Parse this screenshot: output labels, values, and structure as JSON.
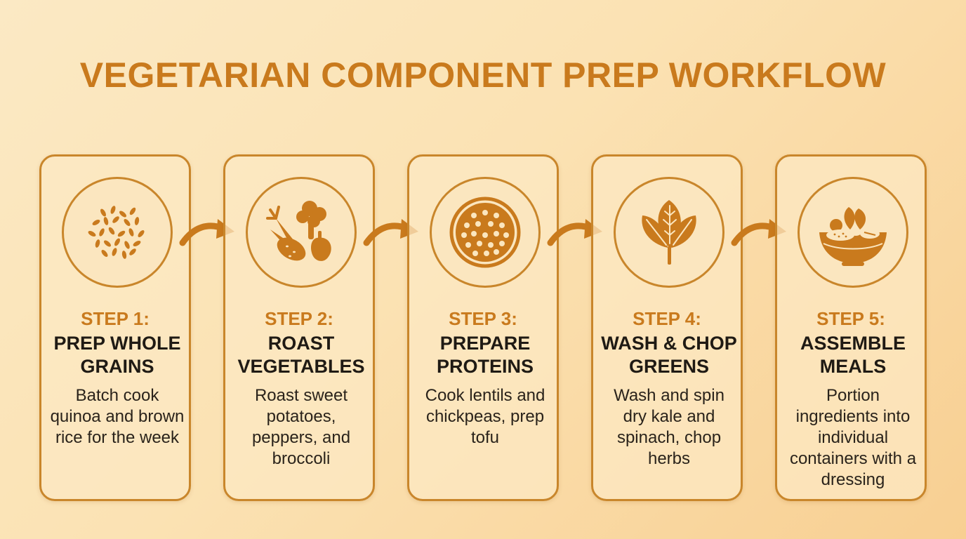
{
  "title": "VEGETARIAN COMPONENT PREP WORKFLOW",
  "colors": {
    "accent": "#c97a1d",
    "border": "#c9862b",
    "card_bg": "#fce8c3",
    "text_dark": "#1f1a14"
  },
  "steps": [
    {
      "label": "STEP 1:",
      "title": "PREP WHOLE GRAINS",
      "description": "Batch cook quinoa and brown rice for the week",
      "icon": "grains-icon"
    },
    {
      "label": "STEP 2:",
      "title": "ROAST VEGETABLES",
      "description": "Roast sweet potatoes, peppers, and broccoli",
      "icon": "vegetables-icon"
    },
    {
      "label": "STEP 3:",
      "title": "PREPARE PROTEINS",
      "description": "Cook lentils and chickpeas, prep tofu",
      "icon": "legumes-bowl-icon"
    },
    {
      "label": "STEP 4:",
      "title": "WASH & CHOP GREENS",
      "description": "Wash and spin dry kale and spinach, chop herbs",
      "icon": "leafy-greens-icon"
    },
    {
      "label": "STEP 5:",
      "title": "ASSEMBLE MEALS",
      "description": "Portion ingredients into individual containers with a dressing",
      "icon": "meal-bowl-icon"
    }
  ]
}
